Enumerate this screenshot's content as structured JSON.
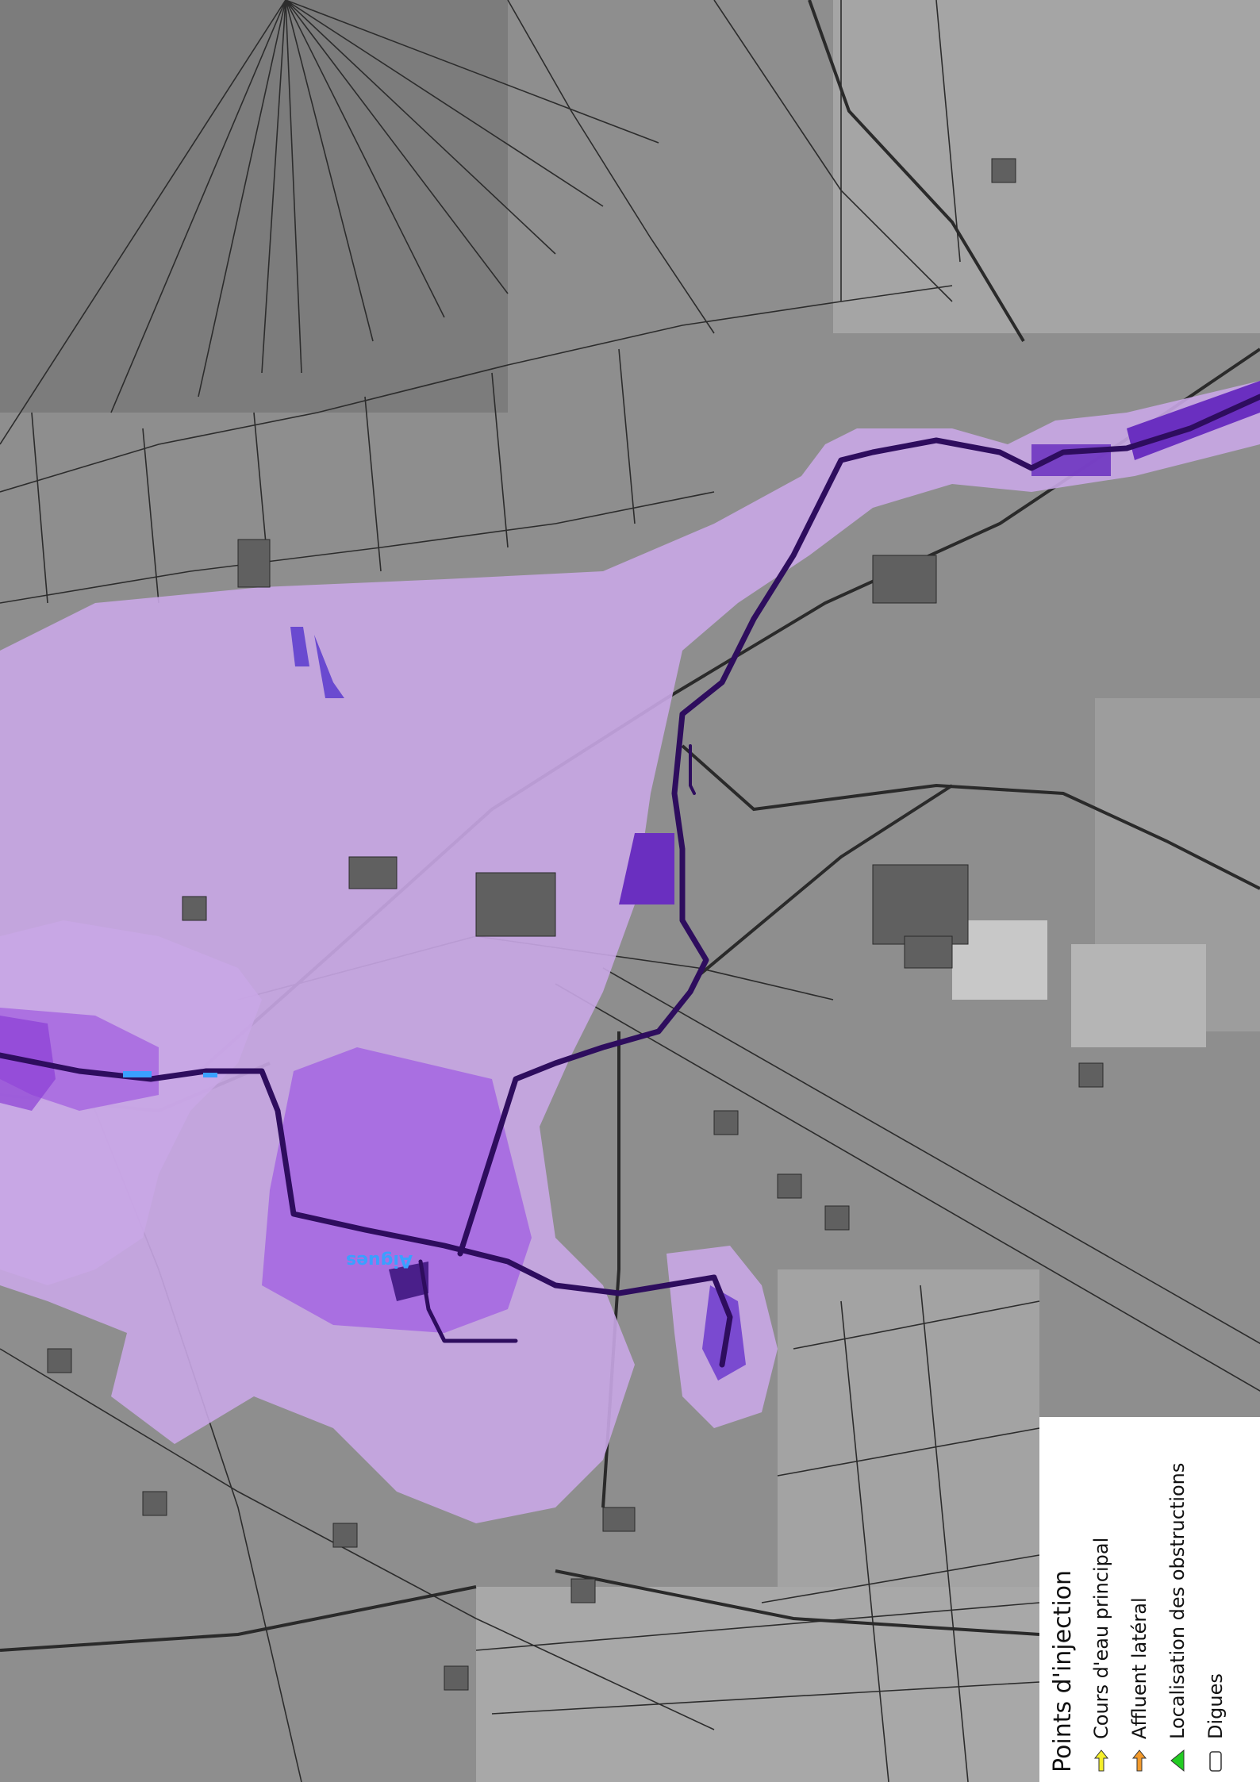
{
  "map": {
    "river_label": "Aigues",
    "colors": {
      "base": "#8e8e8e",
      "flood_low": "#c9a7e6",
      "flood_mid": "#a86be0",
      "flood_high": "#8c3fd6",
      "water_deep": "#4a1f8a",
      "river_line": "#2e0d5e",
      "dike": "#3aa0ff",
      "building": "#606060",
      "parcel_line": "#2c2c2c"
    }
  },
  "legend": {
    "title": "Points d'injection",
    "items": [
      {
        "label": "Cours d'eau principal",
        "icon": "yellow-arrow-icon",
        "color": "#f5ef2a"
      },
      {
        "label": "Affluent latéral",
        "icon": "orange-arrow-icon",
        "color": "#f39a2b"
      },
      {
        "label": "Localisation des obstructions",
        "icon": "green-triangle-icon",
        "color": "#22cc22"
      },
      {
        "label": "Digues",
        "icon": "dike-box-icon",
        "color": "#ffffff"
      }
    ]
  }
}
